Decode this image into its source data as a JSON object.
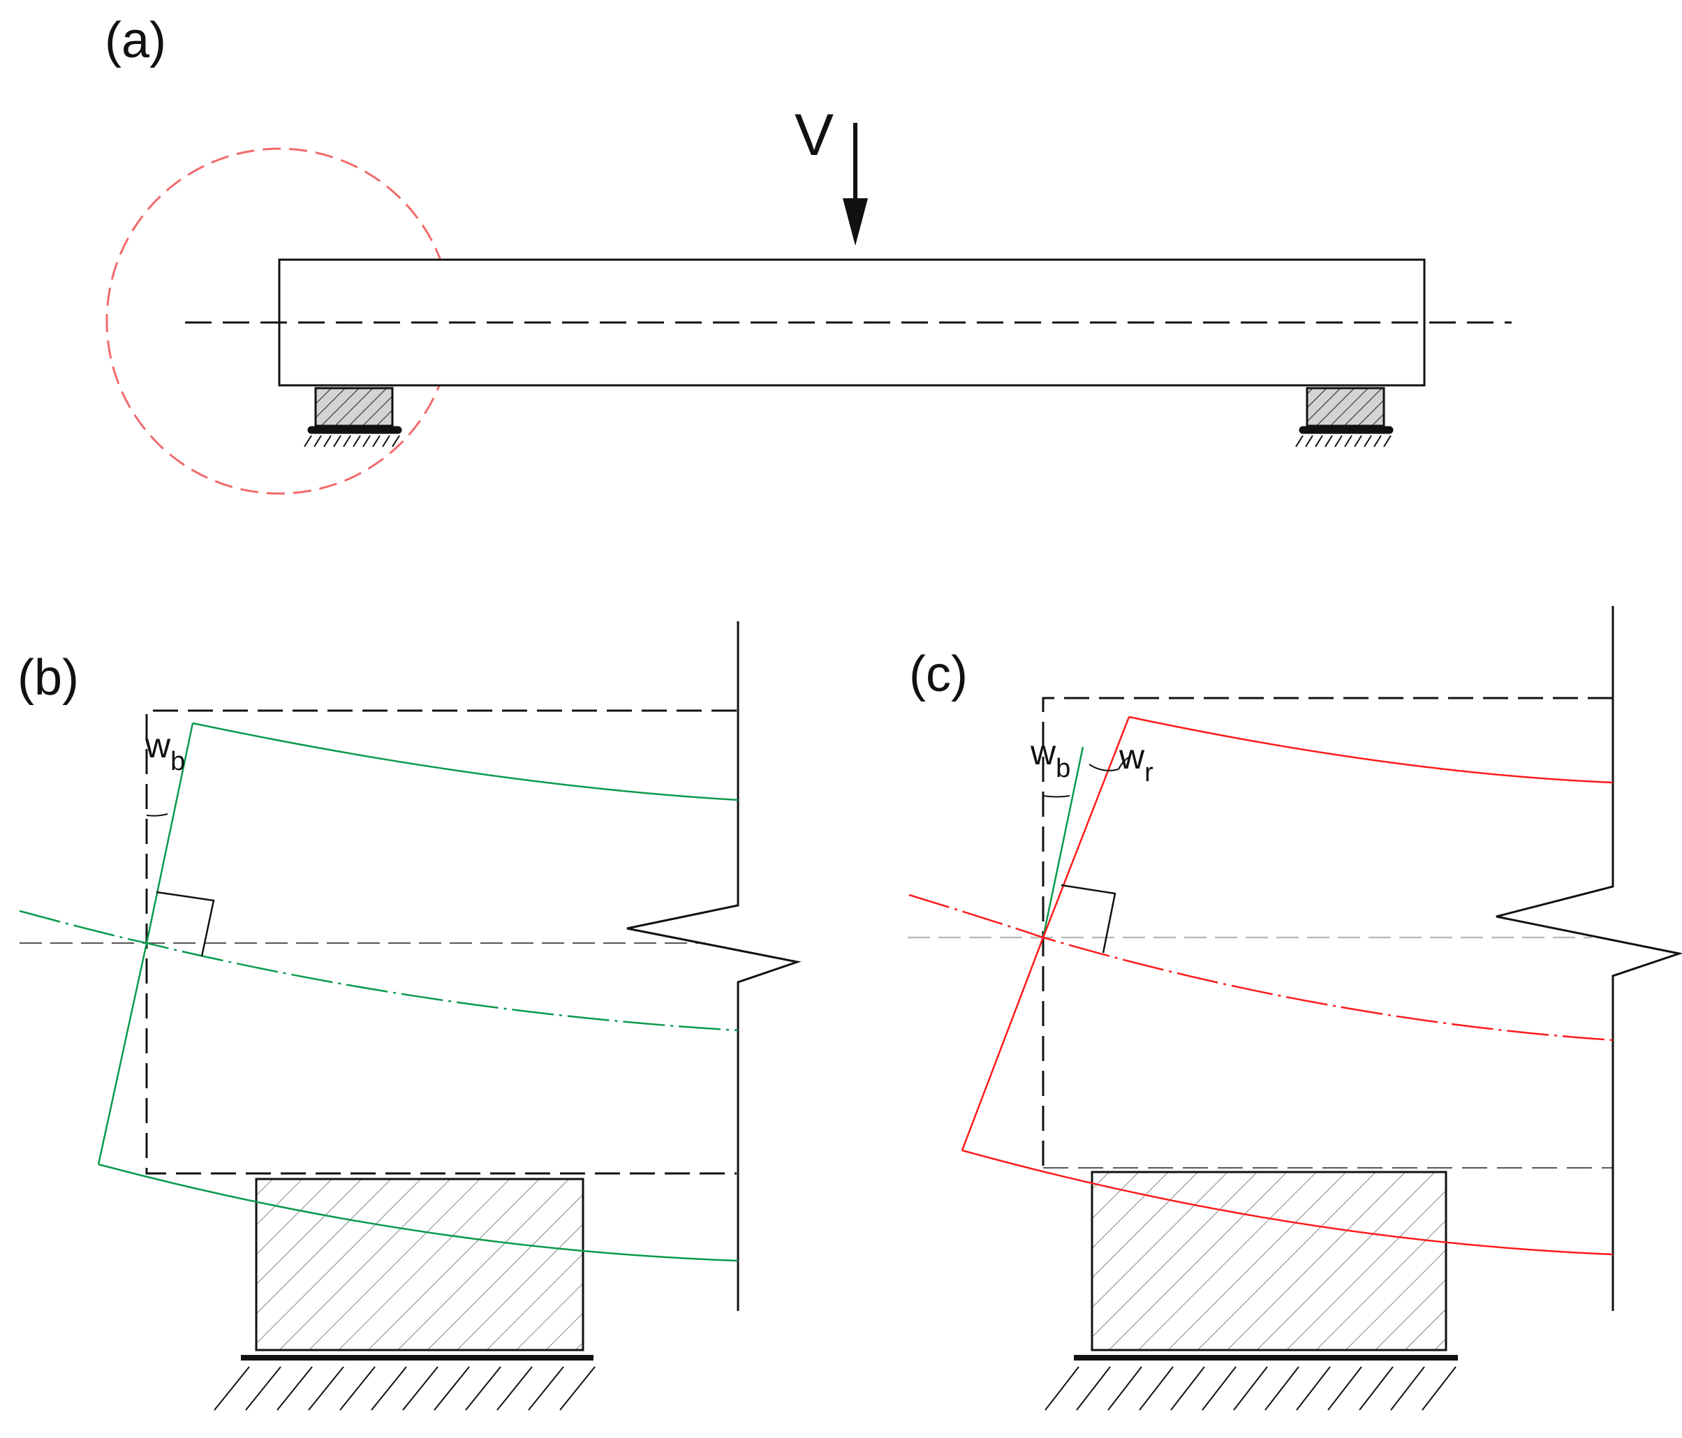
{
  "panels": {
    "a": {
      "label": "(a)",
      "load_label": "V"
    },
    "b": {
      "label": "(b)",
      "rotation_label_base": "w",
      "rotation_label_sub": "b"
    },
    "c": {
      "label": "(c)",
      "rotation_b_base": "w",
      "rotation_b_sub": "b",
      "rotation_r_base": "w",
      "rotation_r_sub": "r"
    }
  },
  "colors": {
    "ink": "#111111",
    "highlight_circle": "#f26b6b",
    "bending_rotation": "#0a9a4a",
    "rigid_rotation": "#ff1a1a",
    "support_fill": "#cccccc",
    "light_axis": "#bbbbbb"
  }
}
